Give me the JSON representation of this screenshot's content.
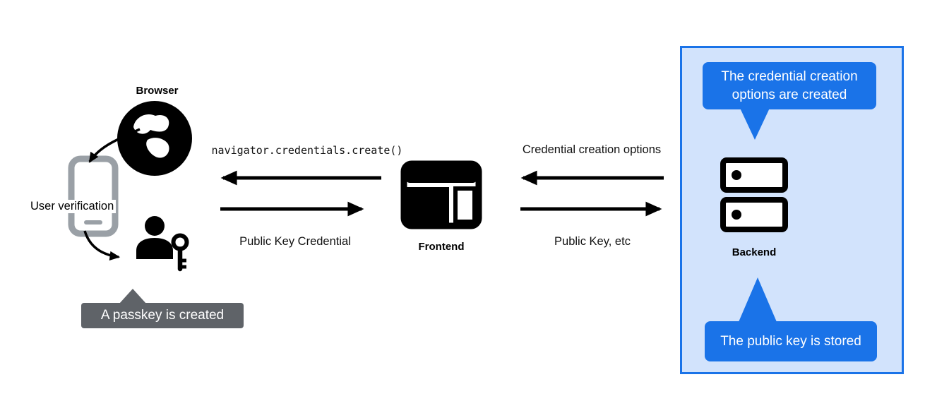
{
  "labels": {
    "browser": "Browser",
    "user_verification": "User verification",
    "frontend": "Frontend",
    "backend": "Backend"
  },
  "arrows": {
    "create_call": "navigator.credentials.create()",
    "public_key_credential": "Public Key Credential",
    "credential_creation_options": "Credential creation options",
    "public_key_etc": "Public Key, etc"
  },
  "callouts": {
    "passkey_tooltip": "A passkey is created",
    "bubble_top": "The credential creation options are created",
    "bubble_bottom": "The public key is stored"
  },
  "icons": {
    "browser": "globe-icon",
    "device": "phone-icon",
    "user": "person-with-key-icon",
    "frontend": "browser-window-icon",
    "backend": "server-icon"
  },
  "colors": {
    "accent_blue": "#1a73e8",
    "panel_bg": "#d2e3fc",
    "panel_border": "#1a73e8",
    "tooltip_gray": "#5f6368",
    "phone_gray": "#9aa0a6",
    "bubble_text": "#ffffff",
    "icon_black": "#000000"
  }
}
